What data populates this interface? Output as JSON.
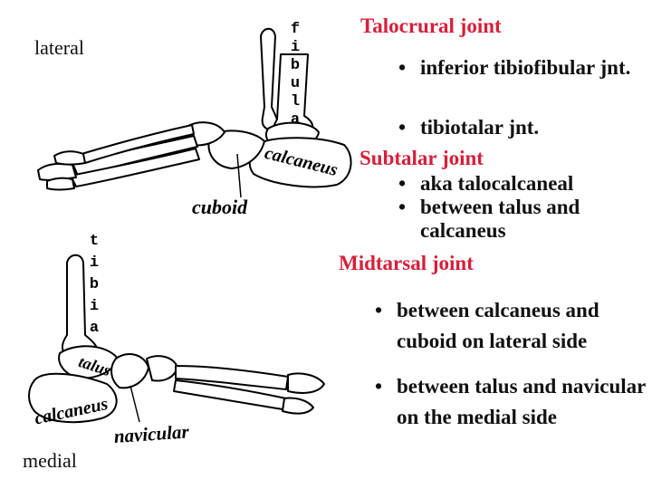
{
  "views": {
    "lateral": "lateral",
    "medial": "medial"
  },
  "bones": {
    "fibula": [
      "f",
      "i",
      "b",
      "u",
      "l",
      "a"
    ],
    "tibia": [
      "t",
      "i",
      "b",
      "i",
      "a"
    ],
    "calcaneus_lateral": "calcaneus",
    "cuboid": "cuboid",
    "talus": "talus",
    "calcaneus_medial": "calcaneus",
    "navicular": "navicular"
  },
  "joints": {
    "talocrural": {
      "title": "Talocrural joint",
      "items": [
        "inferior tibiofibular jnt.",
        "tibiotalar jnt."
      ]
    },
    "subtalar": {
      "title": "Subtalar joint",
      "items": [
        "aka talocalcaneal",
        "between talus and calcaneus"
      ]
    },
    "midtarsal": {
      "title": "Midtarsal joint",
      "items": [
        "between calcaneus and cuboid on lateral side",
        "between talus and navicular on the medial side"
      ]
    }
  },
  "colors": {
    "heading": "#d61f3a",
    "text": "#111111",
    "line": "#000000"
  }
}
